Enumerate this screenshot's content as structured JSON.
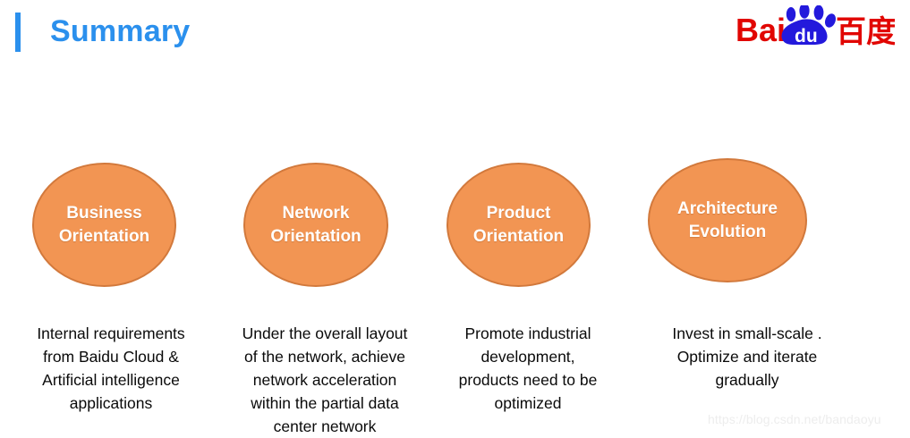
{
  "slide": {
    "title": "Summary",
    "accent_color": "#2B90ED",
    "node_fill_color": "#F29553",
    "node_border_color": "#D2793C",
    "background_color": "#FFFFFF"
  },
  "logo": {
    "name": "baidu-logo",
    "latin_text": "Bai",
    "paw_text": "du",
    "chinese_text": "百度",
    "red": "#E10602",
    "blue": "#2319DC"
  },
  "nodes": [
    {
      "id": "business",
      "label": "Business\nOrientation",
      "caption": "Internal requirements\nfrom Baidu Cloud &\nArtificial intelligence\napplications"
    },
    {
      "id": "network",
      "label": "Network\nOrientation",
      "caption": "Under the overall layout\nof the network, achieve\nnetwork acceleration\nwithin the partial data\ncenter network"
    },
    {
      "id": "product",
      "label": "Product\nOrientation",
      "caption": "Promote industrial\ndevelopment,\nproducts need to be\noptimized"
    },
    {
      "id": "architecture",
      "label": "Architecture\nEvolution",
      "caption": "Invest in small-scale .\nOptimize and iterate\ngradually"
    }
  ],
  "watermark": {
    "text": "https://blog.csdn.net/bandaoyu"
  }
}
